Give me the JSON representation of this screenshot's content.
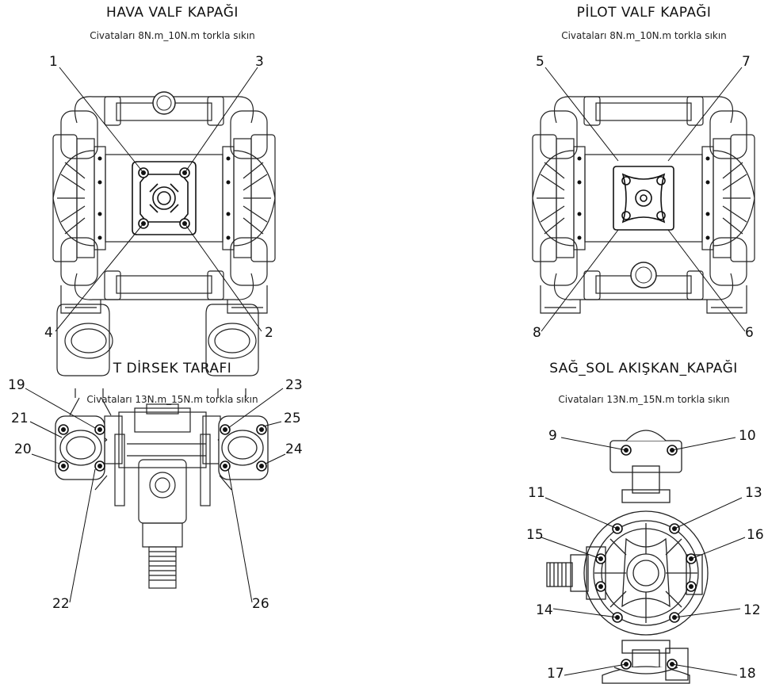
{
  "panels": {
    "hava": {
      "title": "HAVA VALF KAPAĞI",
      "subtitle": "Civataları  8N.m_10N.m torkla sıkın",
      "callouts": [
        "1",
        "3",
        "4",
        "2"
      ]
    },
    "pilot": {
      "title": "PİLOT VALF KAPAĞI",
      "subtitle": "Civataları  8N.m_10N.m torkla sıkın",
      "callouts": [
        "5",
        "7",
        "8",
        "6"
      ]
    },
    "tdirsek": {
      "title": "T DİRSEK TARAFI",
      "subtitle": "Civataları  13N.m_15N.m torkla sıkın",
      "callouts": [
        "19",
        "21",
        "20",
        "22",
        "23",
        "25",
        "24",
        "26"
      ]
    },
    "sagsol": {
      "title": "SAĞ_SOL AKIŞKAN_KAPAĞI",
      "subtitle": "Civataları  13N.m_15N.m torkla sıkın",
      "callouts": [
        "9",
        "10",
        "11",
        "13",
        "15",
        "16",
        "14",
        "12",
        "17",
        "18"
      ]
    }
  }
}
